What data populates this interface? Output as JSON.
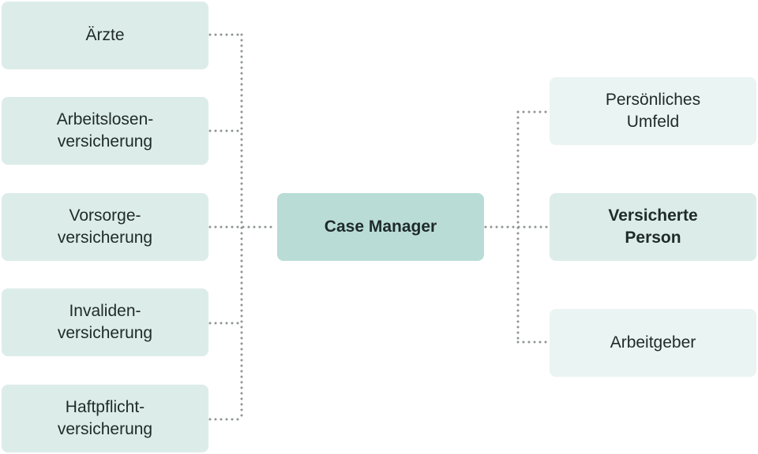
{
  "diagram": {
    "center": {
      "label": "Case Manager"
    },
    "left_nodes": [
      {
        "label": "Ärzte"
      },
      {
        "label": "Arbeitslosen-\nversicherung"
      },
      {
        "label": "Vorsorge-\nversicherung"
      },
      {
        "label": "Invaliden-\nversicherung"
      },
      {
        "label": "Haftpflicht-\nversicherung"
      }
    ],
    "right_nodes": [
      {
        "label": "Persönliches\nUmfeld"
      },
      {
        "label": "Versicherte\nPerson"
      },
      {
        "label": "Arbeitgeber"
      }
    ],
    "colors": {
      "left_box": "#dcece9",
      "center_box": "#b9ddd6",
      "right_box_light": "#eaf4f2",
      "right_box_highlight": "#dcece9",
      "connector": "#8f9494"
    }
  }
}
